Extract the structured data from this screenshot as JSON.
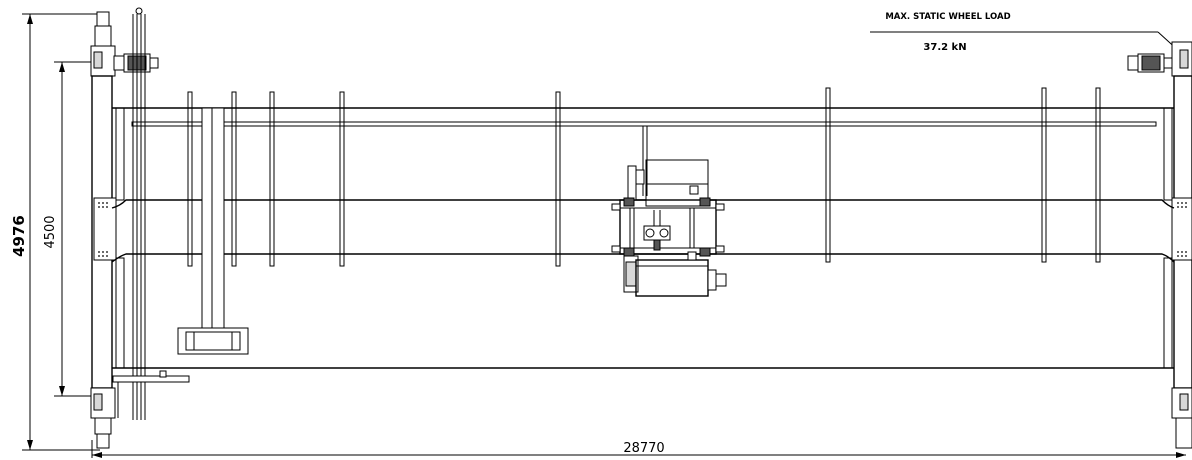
{
  "drawing": {
    "overall_length": "28770",
    "overall_width": "4976",
    "wheel_base": "4500"
  },
  "wheel_load": {
    "label": "MAX. STATIC WHEEL LOAD",
    "value": "37.2 kN"
  }
}
